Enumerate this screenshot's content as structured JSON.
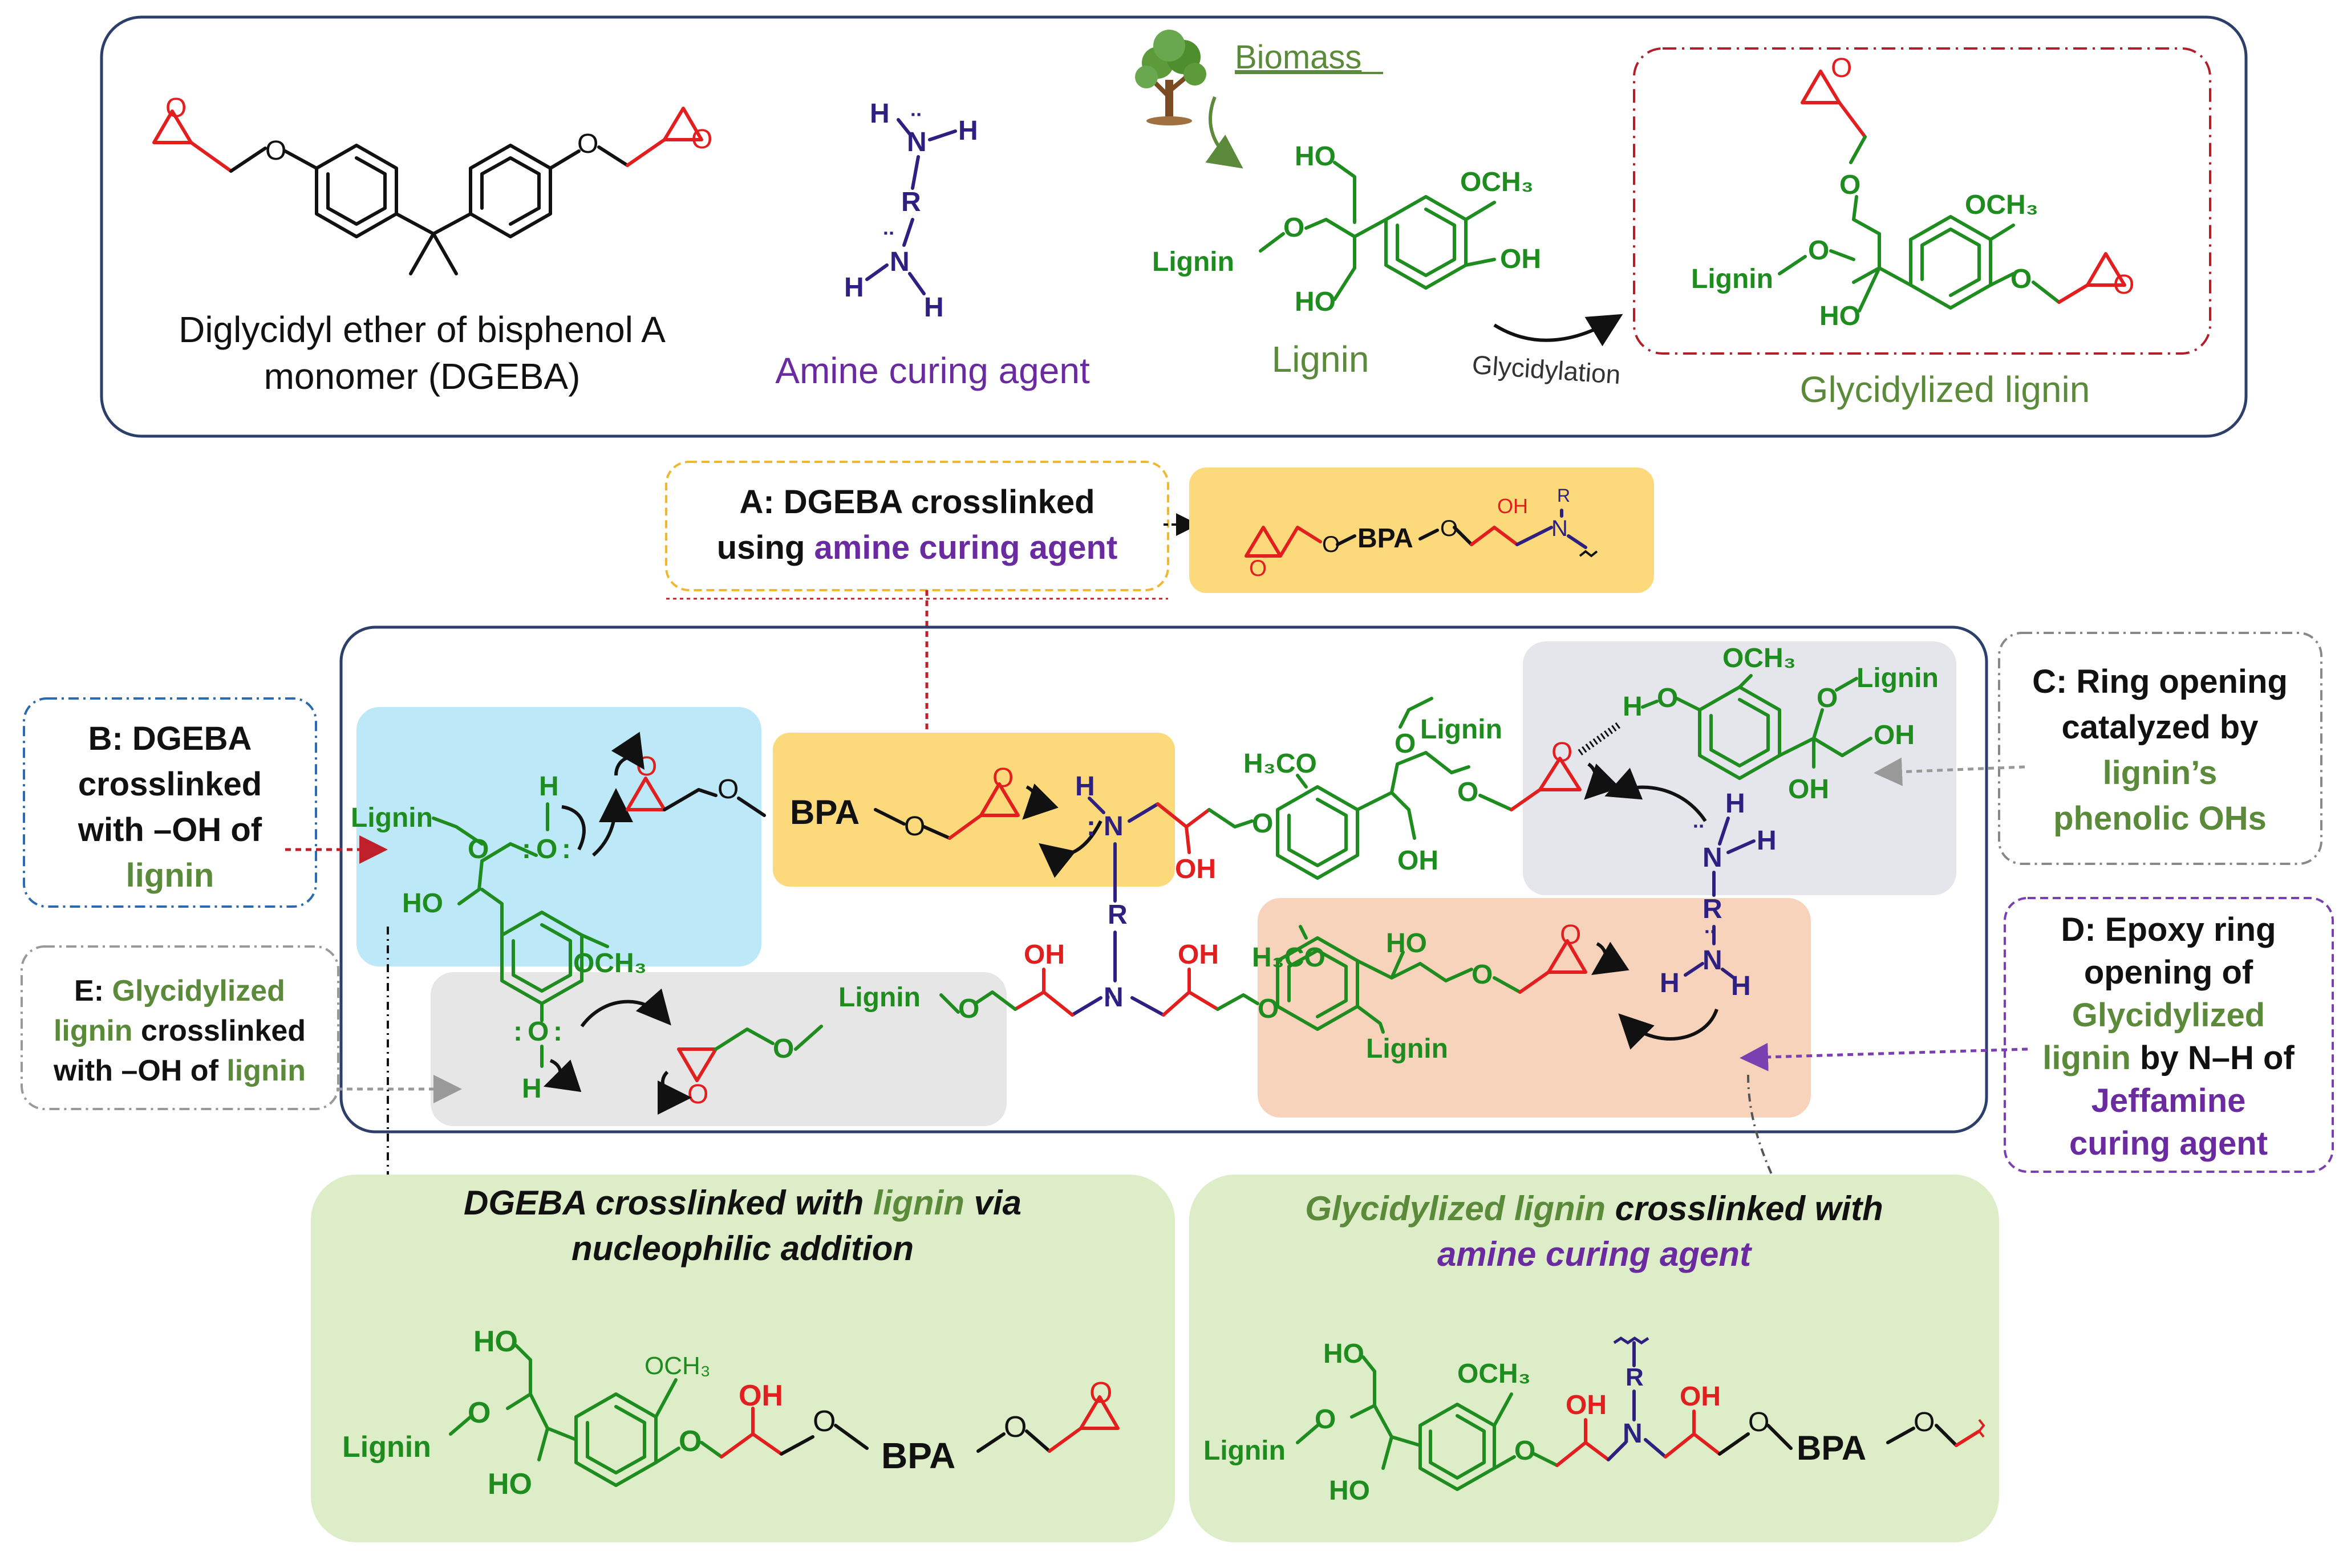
{
  "top_panel": {
    "dgeba_label_line1": "Diglycidyl ether of bisphenol A",
    "dgeba_label_line2": "monomer (DGEBA)",
    "amine_label": "Amine curing agent",
    "biomass_label": "Biomass",
    "lignin_label": "Lignin",
    "glycidylation_label": "Glycidylation",
    "glycidylized_label": "Glycidylized  lignin"
  },
  "atoms": {
    "O": "O",
    "H": "H",
    "N": "N",
    "R": "R",
    "HO": "HO",
    "OH": "OH",
    "OCH3": "OCH₃",
    "H3CO": "H₃CO",
    "Lignin": "Lignin",
    "BPA": "BPA",
    "lonepair": ":",
    "lonepair_h": "¨"
  },
  "callouts": {
    "a_prefix": "A: DGEBA crosslinked",
    "a_line2_prefix": "using ",
    "a_line2_highlight": "amine curing agent",
    "b_line1": "B: DGEBA",
    "b_line2": "crosslinked",
    "b_line3": "with –OH of",
    "b_line4": "lignin",
    "c_line1": "C: Ring opening",
    "c_line2": "catalyzed by",
    "c_line3": "lignin’s",
    "c_line4": "phenolic OHs",
    "d_line1": "D: Epoxy ring",
    "d_line2": "opening of",
    "d_line3": "Glycidylized",
    "d_line4a": "lignin",
    "d_line4b": " by N–H of",
    "d_line5": "Jeffamine",
    "d_line6": "curing agent",
    "e_line1a": "E: ",
    "e_line1b": "Glycidylized",
    "e_line2a": "lignin",
    "e_line2b": " crosslinked",
    "e_line3a": "with –OH of ",
    "e_line3b": "lignin"
  },
  "bottom_panels": {
    "left_title_a": "DGEBA crosslinked with ",
    "left_title_b": "lignin",
    "left_title_c": " via",
    "left_title_line2": "nucleophilic addition",
    "right_title_a": "Glycidylized lignin",
    "right_title_b": " crosslinked with",
    "right_title_line2": "amine curing agent"
  },
  "colors": {
    "green": "#1e8c1e",
    "olive": "#5b8a3a",
    "purple": "#6a2aa0",
    "indigo": "#2e2080",
    "red": "#e31e1e",
    "blue_box": "#bde8f8",
    "yellow_box": "#fcd97a",
    "gray_box": "#e6e6e6",
    "bluegray_box": "#e4e6ec",
    "peach_box": "#f8d3bc",
    "lightgreen_box": "#dcedc8"
  }
}
